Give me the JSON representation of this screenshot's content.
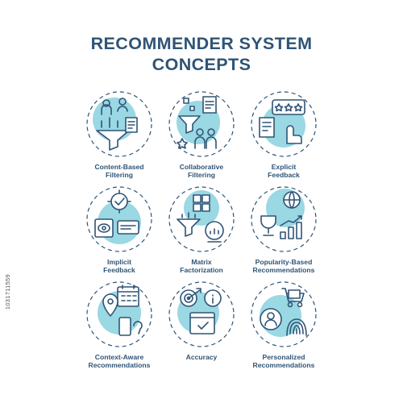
{
  "title": {
    "line1": "RECOMMENDER SYSTEM",
    "line2": "CONCEPTS"
  },
  "colors": {
    "navy": "#2f5476",
    "accent": "#9ad8e3"
  },
  "stock_id": "1031711559",
  "icons": [
    {
      "name": "content-based-filtering-icon",
      "label1": "Content-Based",
      "label2": "Filtering"
    },
    {
      "name": "collaborative-filtering-icon",
      "label1": "Collaborative",
      "label2": "Filtering"
    },
    {
      "name": "explicit-feedback-icon",
      "label1": "Explicit",
      "label2": "Feedback"
    },
    {
      "name": "implicit-feedback-icon",
      "label1": "Implicit",
      "label2": "Feedback"
    },
    {
      "name": "matrix-factorization-icon",
      "label1": "Matrix",
      "label2": "Factorization"
    },
    {
      "name": "popularity-based-recommendations-icon",
      "label1": "Popularity-Based",
      "label2": "Recommendations"
    },
    {
      "name": "context-aware-recommendations-icon",
      "label1": "Context-Aware",
      "label2": "Recommendations"
    },
    {
      "name": "accuracy-icon",
      "label1": "Accuracy",
      "label2": ""
    },
    {
      "name": "personalized-recommendations-icon",
      "label1": "Personalized",
      "label2": "Recommendations"
    }
  ]
}
